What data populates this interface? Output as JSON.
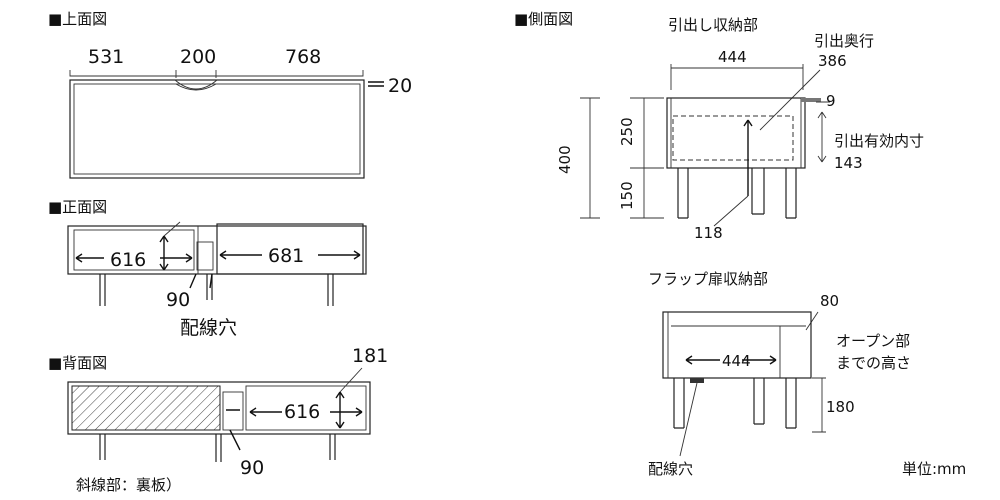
{
  "headers": {
    "top_view": "■上面図",
    "front_view": "■正面図",
    "back_view": "■背面図",
    "side_view": "■側面図"
  },
  "top_view": {
    "dim_left": "531",
    "dim_mid": "200",
    "dim_right": "768",
    "dim_depth": "20"
  },
  "front_view": {
    "dim_inner_left": "616",
    "dim_inner_right": "681",
    "dim_gap": "90",
    "cable_hole": "配線穴"
  },
  "back_view": {
    "dim_height": "181",
    "dim_inner": "616",
    "dim_gap": "90",
    "note": "斜線部：裏板）"
  },
  "side_drawer": {
    "title": "引出し収納部",
    "dim_width": "444",
    "dim_total_height": "400",
    "dim_upper": "250",
    "dim_lower": "150",
    "dim_top_gap": "9",
    "depth_label": "引出奥行",
    "depth_value": "386",
    "effective_label": "引出有効内寸",
    "effective_value": "143",
    "dim_inner_depth": "118"
  },
  "side_flap": {
    "title": "フラップ扉収納部",
    "dim_width": "444",
    "dim_80": "80",
    "opening_label_1": "オープン部",
    "opening_label_2": "までの高さ",
    "dim_height": "180",
    "cable_hole": "配線穴"
  },
  "unit": "単位:mm"
}
